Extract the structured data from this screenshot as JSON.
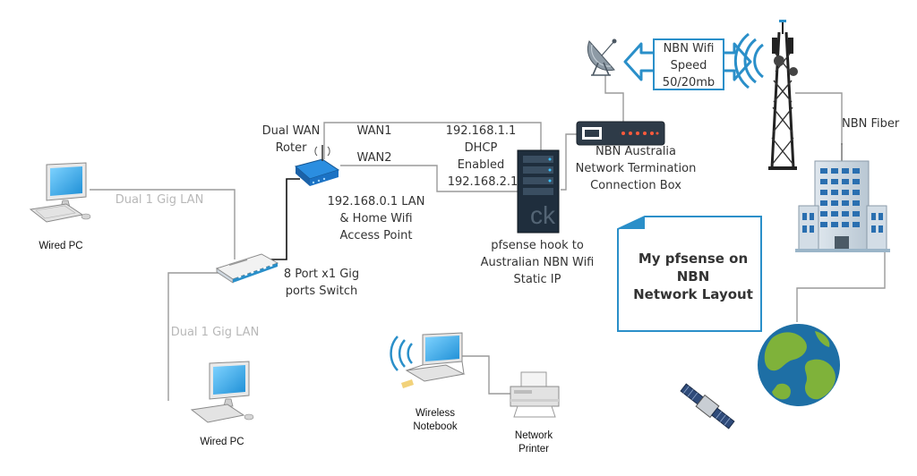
{
  "labels": {
    "wired_pc_1": "Wired PC",
    "wired_pc_2": "Wired PC",
    "lan_1": "Dual 1 Gig LAN",
    "lan_2": "Dual 1 Gig LAN",
    "switch_1": "8 Port x1 Gig",
    "switch_2": "ports Switch",
    "router_name_1": "Dual WAN",
    "router_name_2": "Roter",
    "wan1": "WAN1",
    "wan2": "WAN2",
    "router_lan_1": "192.168.0.1 LAN",
    "router_lan_2": "& Home Wifi",
    "router_lan_3": "Access Point",
    "pf_ip_1": "192.168.1.1",
    "pf_ip_2": "DHCP",
    "pf_ip_3": "Enabled",
    "pf_ip_4": "192.168.2.1",
    "pf_hook_1": "pfsense hook to",
    "pf_hook_2": "Australian NBN Wifi",
    "pf_hook_3": "Static IP",
    "ntd_1": "NBN Australia",
    "ntd_2": "Network Termination",
    "ntd_3": "Connection Box",
    "wifi_speed_1": "NBN Wifi",
    "wifi_speed_2": "Speed",
    "wifi_speed_3": "50/20mb",
    "fiber": "NBN Fiber",
    "notebook_1": "Wireless",
    "notebook_2": "Notebook",
    "printer_1": "Network",
    "printer_2": "Printer"
  },
  "title_box": {
    "line1": "My pfsense on",
    "line2": "NBN",
    "line3": "Network Layout"
  },
  "colors": {
    "accent_blue": "#2a8fc9",
    "router_blue": "#1b72c4",
    "server_dark": "#1f2e3d",
    "globe_water": "#1e6fa5",
    "globe_land": "#7fb23a",
    "line_gray": "#9a9a9a"
  }
}
